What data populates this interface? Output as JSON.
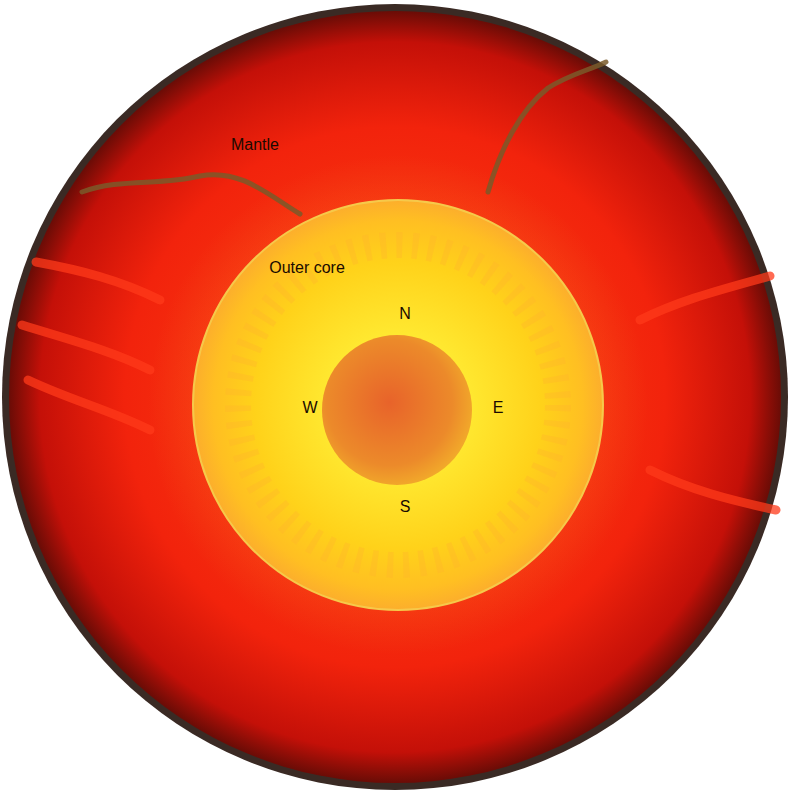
{
  "diagram": {
    "labels": [
      "Mantle",
      "Outer core",
      "N",
      "W",
      "E",
      "S"
    ]
  }
}
